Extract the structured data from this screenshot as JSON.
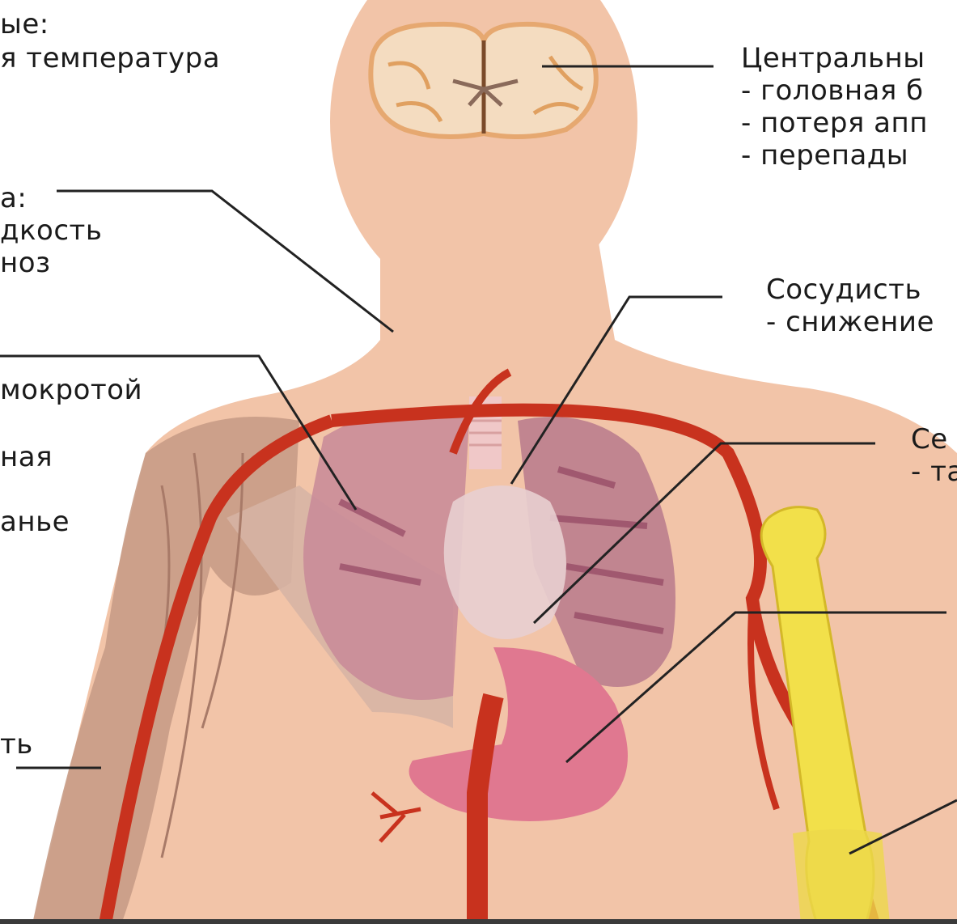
{
  "labels": {
    "fever_title": "ые:",
    "fever_item": "я температура",
    "skin_title": "а:",
    "skin_item1": "дкость",
    "skin_item2": "ноз",
    "lungs_item1": "мокротой",
    "lungs_item2": "ная",
    "lungs_item3": "анье",
    "muscles_item": "ть",
    "cns_title": "Центральны",
    "cns_item1": "- головная б",
    "cns_item2": "- потеря апп",
    "cns_item3": "- перепады",
    "vascular_title": "Сосудисть",
    "vascular_item1": "- снижение",
    "heart_title": "Се",
    "heart_item1": "- та"
  },
  "colors": {
    "skin": "#f2c4a8",
    "artery": "#c8321e",
    "bone": "#f2e04a",
    "muscle": "#c89c86",
    "lung": "#c88a98",
    "stomach": "#e07890",
    "brain": "#f4dcc0"
  }
}
